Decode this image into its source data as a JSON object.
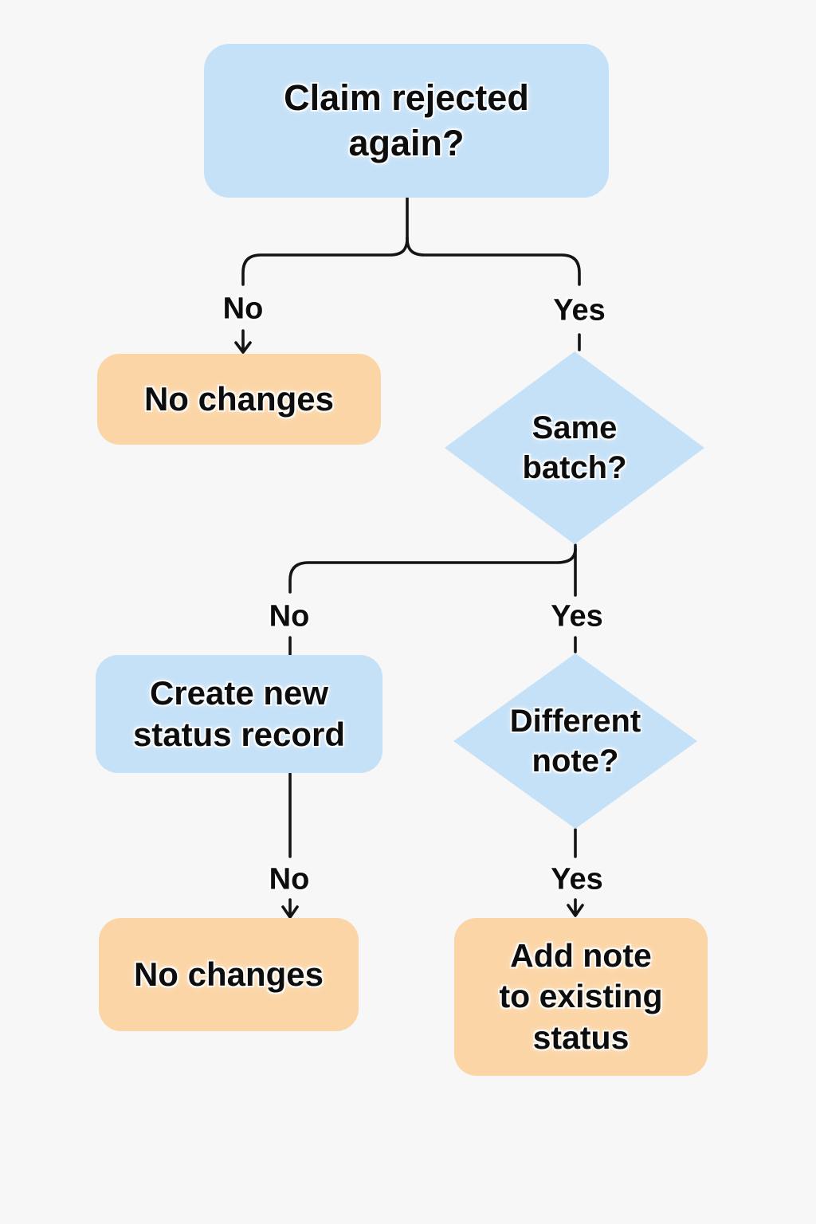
{
  "palette": {
    "canvas_bg": "#f7f7f8",
    "process_fill": "#c5e1f7",
    "terminal_fill": "#fbd5a6",
    "line_color": "#141414",
    "text_color": "#0d0d0d"
  },
  "flowchart": {
    "type": "decision-tree",
    "nodes": [
      {
        "id": "start",
        "shape": "rounded-rect",
        "role": "question",
        "label": "Claim rejected\nagain?"
      },
      {
        "id": "no-changes-1",
        "shape": "rounded-rect",
        "role": "outcome",
        "label": "No changes"
      },
      {
        "id": "same-batch",
        "shape": "diamond",
        "role": "decision",
        "label": "Same\nbatch?"
      },
      {
        "id": "create-new-status",
        "shape": "rounded-rect",
        "role": "process",
        "label": "Create new\nstatus record"
      },
      {
        "id": "different-note",
        "shape": "diamond",
        "role": "decision",
        "label": "Different\nnote?"
      },
      {
        "id": "no-changes-2",
        "shape": "rounded-rect",
        "role": "outcome",
        "label": "No changes"
      },
      {
        "id": "add-note",
        "shape": "rounded-rect",
        "role": "outcome",
        "label": "Add note\nto existing\nstatus"
      }
    ],
    "edges": [
      {
        "from": "start",
        "to": "no-changes-1",
        "label": "No"
      },
      {
        "from": "start",
        "to": "same-batch",
        "label": "Yes"
      },
      {
        "from": "same-batch",
        "to": "create-new-status",
        "label": "No"
      },
      {
        "from": "same-batch",
        "to": "different-note",
        "label": "Yes"
      },
      {
        "from": "create-new-status",
        "to": "no-changes-2",
        "label": "No"
      },
      {
        "from": "different-note",
        "to": "add-note",
        "label": "Yes"
      }
    ]
  }
}
